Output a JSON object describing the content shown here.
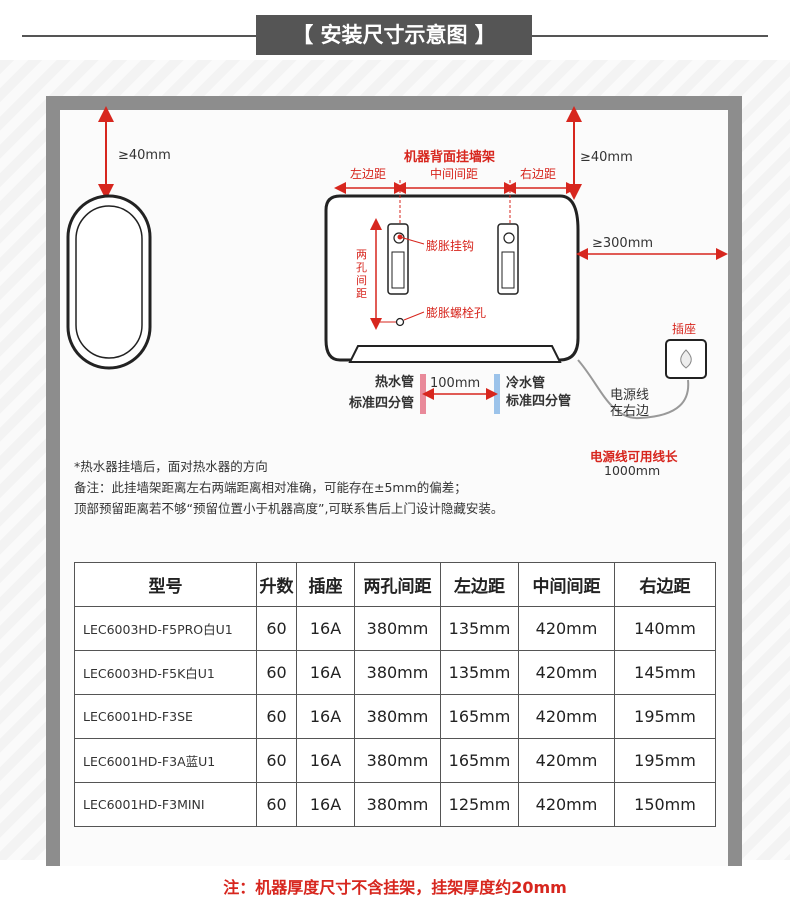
{
  "header": {
    "title": "【 安装尺寸示意图 】"
  },
  "diagram": {
    "dim_top_left": "≥40mm",
    "dim_top_right": "≥40mm",
    "dim_right": "≥300mm",
    "bracket_title": "机器背面挂墙架",
    "left_distance": "左边距",
    "center_distance": "中间间距",
    "right_distance": "右边距",
    "hole_spacing": "两孔间距",
    "expansion_hook": "膨胀挂钩",
    "expansion_bolt_hole": "膨胀螺栓孔",
    "socket": "插座",
    "hot_pipe_line1": "热水管",
    "hot_pipe_line2": "标准四分管",
    "pipe_spacing": "100mm",
    "cold_pipe_line1": "冷水管",
    "cold_pipe_line2": "标准四分管",
    "power_line1": "电源线",
    "power_line2": "在右边",
    "power_length_line1": "电源线可用线长",
    "power_length_line2": "1000mm"
  },
  "notes": [
    "*热水器挂墙后，面对热水器的方向",
    "备注：此挂墙架距离左右两端距离相对准确，可能存在±5mm的偏差；",
    "顶部预留距离若不够“预留位置小于机器高度”,可联系售后上门设计隐藏安装。"
  ],
  "table": {
    "headers": [
      "型号",
      "升数",
      "插座",
      "两孔间距",
      "左边距",
      "中间间距",
      "右边距"
    ],
    "rows": [
      [
        "LEC6003HD-F5PRO白U1",
        "60",
        "16A",
        "380mm",
        "135mm",
        "420mm",
        "140mm"
      ],
      [
        "LEC6003HD-F5K白U1",
        "60",
        "16A",
        "380mm",
        "135mm",
        "420mm",
        "145mm"
      ],
      [
        "LEC6001HD-F3SE",
        "60",
        "16A",
        "380mm",
        "165mm",
        "420mm",
        "195mm"
      ],
      [
        "LEC6001HD-F3A蓝U1",
        "60",
        "16A",
        "380mm",
        "165mm",
        "420mm",
        "195mm"
      ],
      [
        "LEC6001HD-F3MINI",
        "60",
        "16A",
        "380mm",
        "125mm",
        "420mm",
        "150mm"
      ]
    ]
  },
  "footer": {
    "note": "注：机器厚度尺寸不含挂架，挂架厚度约20mm"
  },
  "colors": {
    "accent_red": "#d7261e",
    "header_gray": "#555555",
    "hot_pipe": "#e98a9a",
    "cold_pipe": "#9cc3ea"
  }
}
